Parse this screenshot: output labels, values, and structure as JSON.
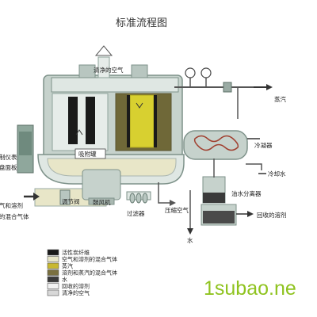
{
  "title": "标准流程图",
  "labels": {
    "clean_air_top": "清净的空气",
    "steam": "蒸汽",
    "condenser": "冷凝器",
    "cooling_water": "冷却水",
    "oil_water_separator": "油水分离器",
    "recovered_solvent": "回收的溶剂",
    "water": "水",
    "adsorber": "吸附罐",
    "control_panel_a": "制仪表",
    "control_panel_b": "盘面板",
    "inlet_a": "气和溶剂",
    "inlet_b": "的混合气体",
    "damper": "调节阀",
    "blower": "鼓风机",
    "filter": "过滤器",
    "compressed_air": "压缩空气"
  },
  "legend": [
    {
      "text": "活性炭纤维",
      "color": "#1a1a1a"
    },
    {
      "text": "空气和溶剂的混合气体",
      "color": "#e8e6c8"
    },
    {
      "text": "蒸汽",
      "color": "#c8b830"
    },
    {
      "text": "溶剂和蒸汽的混合气体",
      "color": "#7a7040"
    },
    {
      "text": "水",
      "color": "#3a3a3a"
    },
    {
      "text": "回收的溶剂",
      "color": "#f2f2f2"
    },
    {
      "text": "清净的空气",
      "color": "#d8d8d8"
    }
  ],
  "watermark": "1subao.ne",
  "colors": {
    "pipe": "#c9d4cf",
    "pipe_dark": "#9aaba4",
    "tank_wall": "#b8c6c0",
    "carbon": "#1a1a1a",
    "steam_fill": "#d8d030",
    "mix_fill": "#6f6838",
    "arrow": "#333333"
  }
}
